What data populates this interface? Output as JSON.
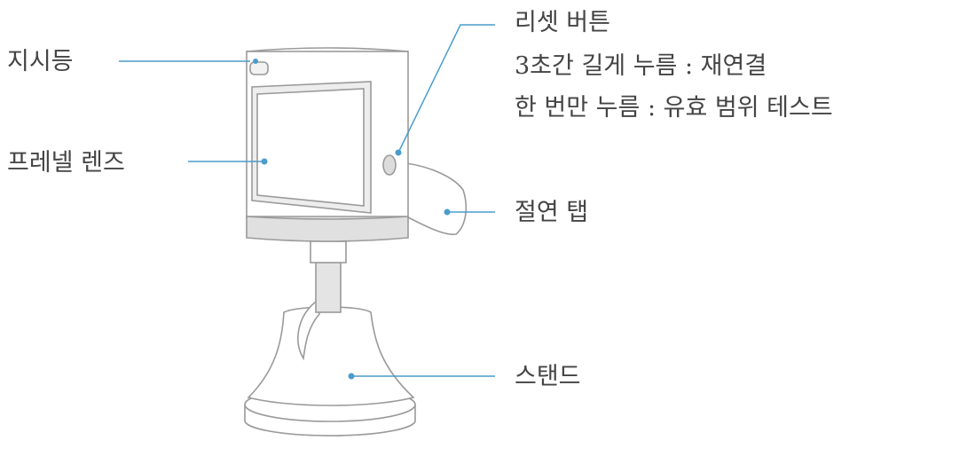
{
  "diagram": {
    "labels": {
      "indicator": "지시등",
      "lens": "프레넬 렌즈",
      "reset_title": "리셋 버튼",
      "reset_hold": "3초간 길게 누름 : 재연결",
      "reset_press": "한 번만 누름 : 유효 범위 테스트",
      "insulation_tab": "절연 탭",
      "stand": "스탠드"
    },
    "colors": {
      "leader_line": "#4a9ccc",
      "outline": "#9a9a9a",
      "label_text": "#444444",
      "band_fill": "#e0e0e0",
      "body_fill": "#ffffff"
    }
  }
}
